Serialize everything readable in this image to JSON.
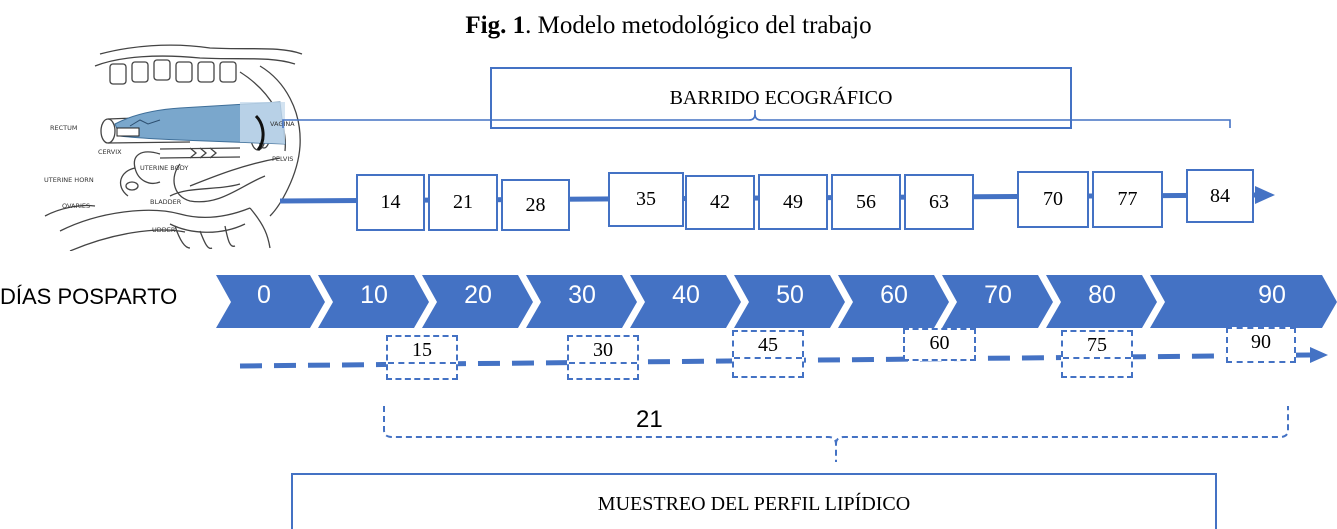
{
  "caption": {
    "prefix": "Fig. 1",
    "text": ". Modelo metodológico del trabajo"
  },
  "ultrasound_box": {
    "label": "BARRIDO ECOGRÁFICO"
  },
  "ultrasound_days": [
    "14",
    "21",
    "28",
    "35",
    "42",
    "49",
    "56",
    "63",
    "70",
    "77",
    "84"
  ],
  "postpartum": {
    "label": "DÍAS POSPARTO",
    "days": [
      "0",
      "10",
      "20",
      "30",
      "40",
      "50",
      "60",
      "70",
      "80",
      "90"
    ]
  },
  "sampling_days": [
    "15",
    "30",
    "45",
    "60",
    "75",
    "90"
  ],
  "interval_label": "21",
  "sampling_box": {
    "label": "MUESTREO DEL PERFIL LIPÍDICO"
  },
  "anatomy_labels": [
    "RECTUM",
    "CERVIX",
    "UTERINE BODY",
    "VAGINA",
    "PELVIS",
    "UTERINE HORN",
    "OVARIES",
    "BLADDER",
    "UDDER"
  ],
  "colors": {
    "accent": "#4472c4",
    "chevron_text": "#ffffff"
  }
}
